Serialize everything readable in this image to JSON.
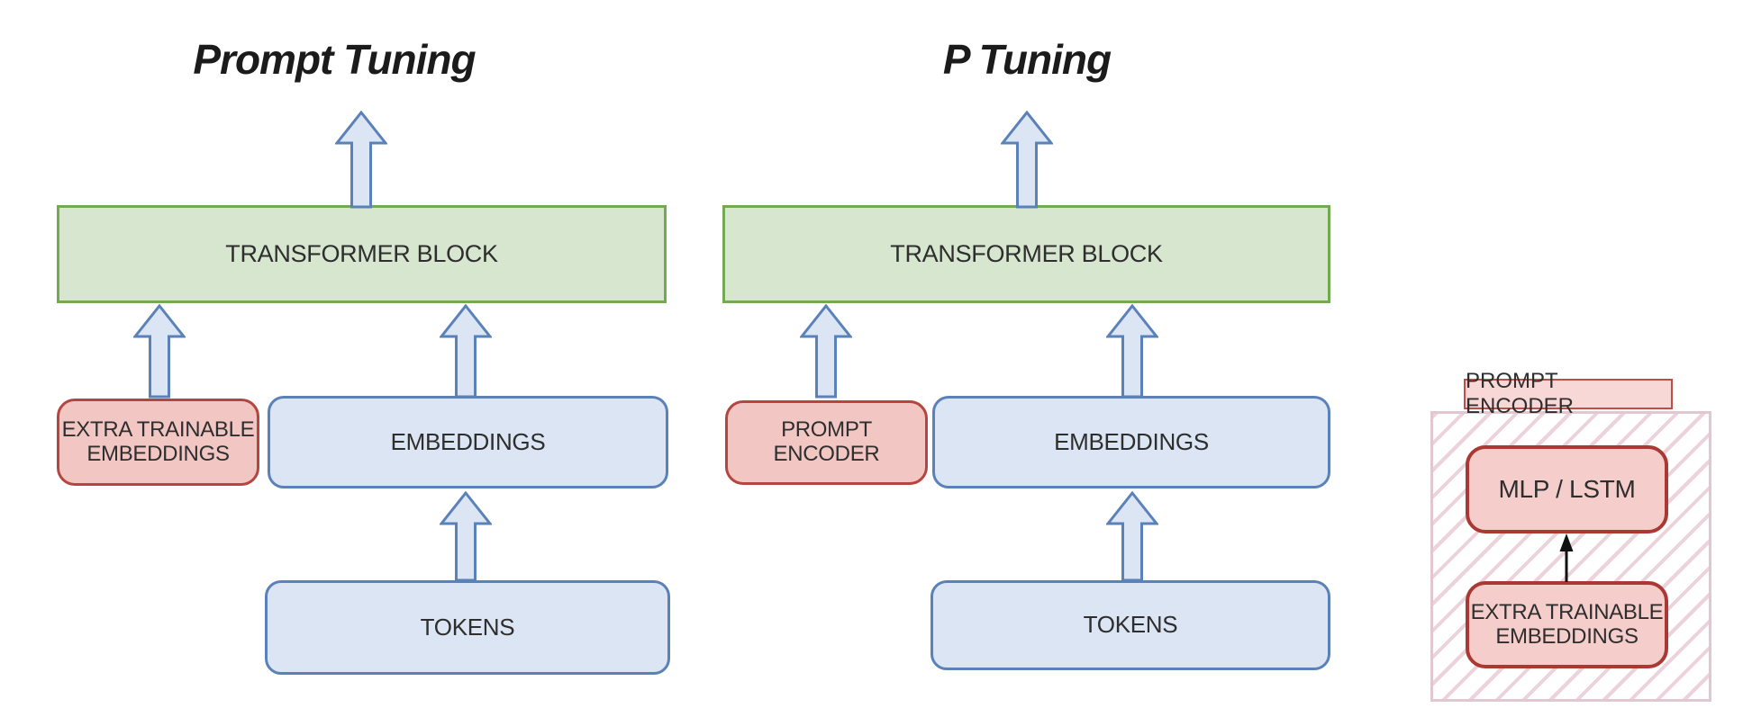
{
  "diagrams": [
    {
      "title": "Prompt Tuning",
      "transformer_block": "TRANSFORMER BLOCK",
      "side_box": "EXTRA TRAINABLE EMBEDDINGS",
      "embeddings": "EMBEDDINGS",
      "tokens": "TOKENS"
    },
    {
      "title": "P Tuning",
      "transformer_block": "TRANSFORMER BLOCK",
      "side_box": "PROMPT ENCODER",
      "embeddings": "EMBEDDINGS",
      "tokens": "TOKENS"
    }
  ],
  "prompt_encoder_panel": {
    "label": "PROMPT ENCODER",
    "mlp_lstm_box": "MLP / LSTM",
    "extra_embeddings_box": "EXTRA TRAINABLE EMBEDDINGS"
  },
  "colors": {
    "green_fill": "#d7e6cf",
    "green_border": "#73a951",
    "blue_fill": "#dbe5f3",
    "blue_border": "#5a82b8",
    "red_fill": "#f2c7c3",
    "red_border": "#b5453f",
    "panel_red_fill": "#f5cecb",
    "panel_red_border": "#aa3833",
    "hatch_stripe": "#ecd3db",
    "hatch_border": "#e2c6d0",
    "detail_arrow": "#111111"
  }
}
